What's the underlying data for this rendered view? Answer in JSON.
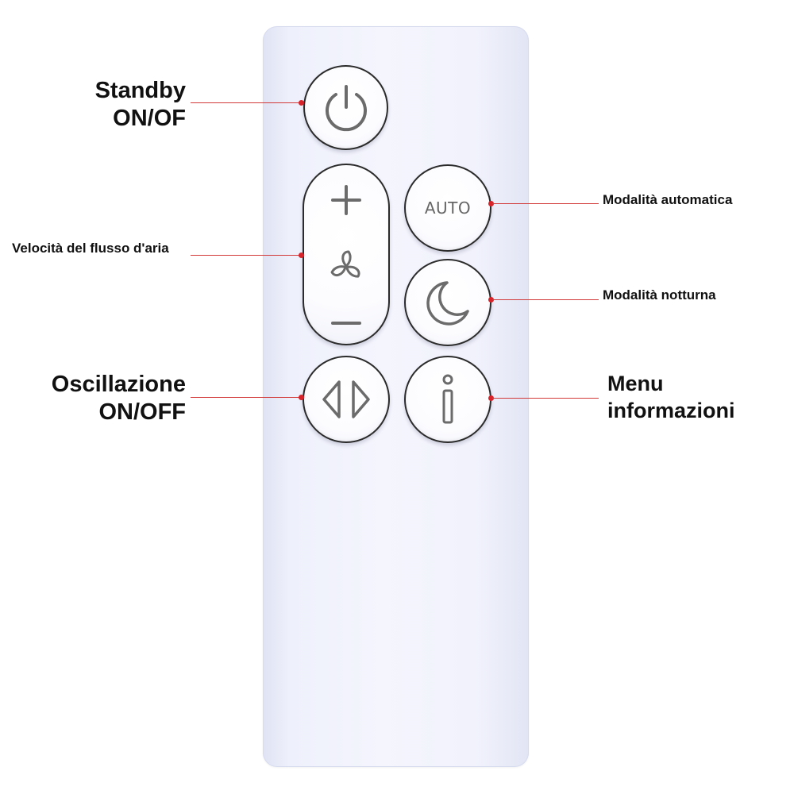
{
  "callouts": {
    "standby": {
      "line1": "Standby",
      "line2": "ON/OF"
    },
    "airflow": {
      "text": "Velocità del flusso d'aria"
    },
    "oscillation": {
      "line1": "Oscillazione",
      "line2": "ON/OFF"
    },
    "auto_mode": {
      "text": "Modalità automatica"
    },
    "night_mode": {
      "text": "Modalità notturna"
    },
    "info_menu": {
      "line1": "Menu",
      "line2": "informazioni"
    }
  },
  "buttons": {
    "auto_label": "AUTO"
  },
  "colors": {
    "callout_line": "#d23a3a",
    "callout_dot": "#d8232a",
    "remote_body": "#f1f2fc",
    "icon_gray": "#6b6b6b"
  },
  "icons": [
    "power-icon",
    "plus-icon",
    "fan-icon",
    "minus-icon",
    "moon-icon",
    "oscillation-icon",
    "info-icon"
  ]
}
